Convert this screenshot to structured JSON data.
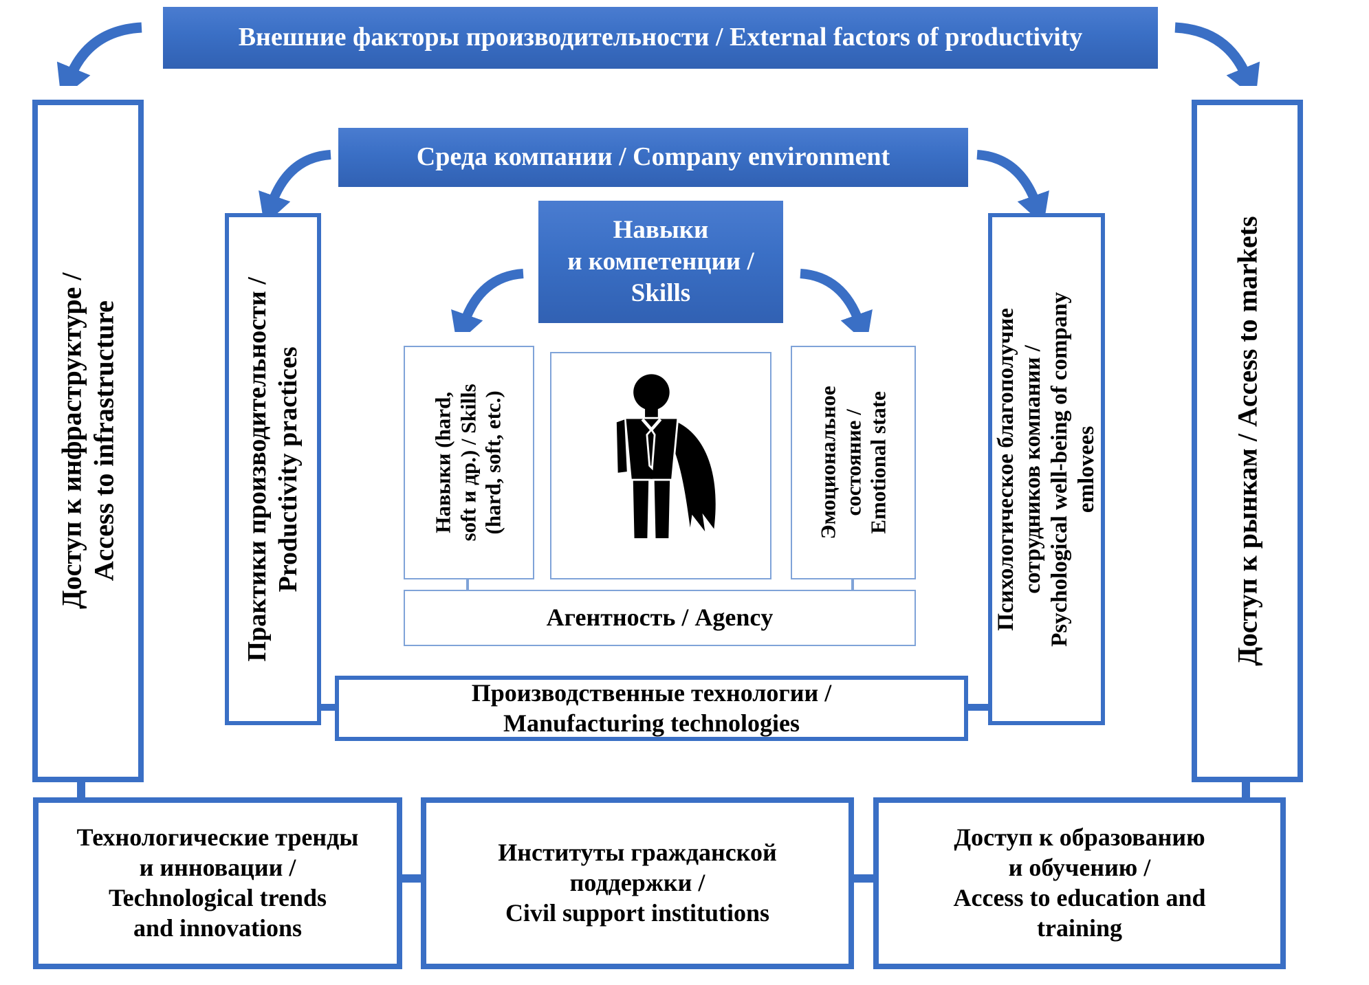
{
  "colors": {
    "accent": "#3A6FC5",
    "banner_gradient_top": "#4A7CD0",
    "banner_gradient_bottom": "#3161B3",
    "thin_border": "#7FA3D8",
    "text_on_banner": "#FFFFFF",
    "text_on_white": "#000000"
  },
  "banners": {
    "external_factors": "Внешние факторы производительности / External factors of productivity",
    "company_environment": "Среда компании / Company environment",
    "skills": "Навыки\nи компетенции /\nSkills"
  },
  "side_columns": {
    "access_infrastructure": "Доступ к инфраструктуре /\nAccess to infrastructure",
    "access_markets": "Доступ к рынкам / Access to markets",
    "productivity_practices": "Практики производительности /\nProductivity practices",
    "psychological_wellbeing": "Психологическое благополучие\nсотрудников компании /\nPsychological well-being of company\nemlovees"
  },
  "center": {
    "skills_detail": "Навыки (hard,\nsoft и др.) / Skills\n(hard, soft, etc.)",
    "emotional_state": "Эмоциональное\nсостояние /\nEmotional state",
    "agency": "Агентность / Agency",
    "manufacturing": "Производственные технологии /\nManufacturing technologies",
    "person_icon": "superhero-person-icon"
  },
  "bottom_row": {
    "tech_trends": "Технологические тренды\nи инновации /\nTechnological trends\nand innovations",
    "civil_support": "Институты гражданской\nподдержки /\nCivil support institutions",
    "education_access": "Доступ к образованию\nи обучению /\nAccess to education and\ntraining"
  }
}
